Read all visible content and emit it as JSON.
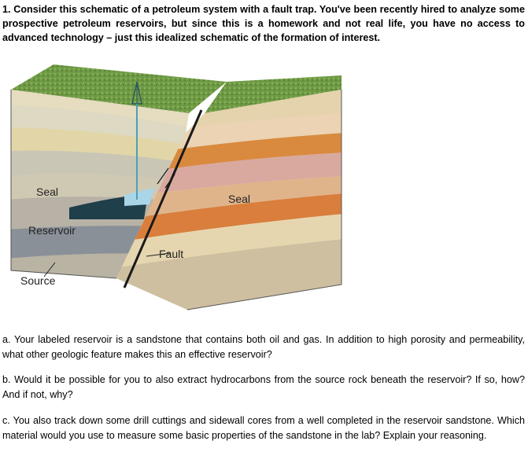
{
  "question": {
    "text": "1. Consider this schematic of a petroleum system with a fault trap. You've been recently hired to analyze some prospective petroleum reservoirs, but since this is a homework and not real life, you have no access to advanced technology – just this idealized schematic of the formation of interest."
  },
  "figure": {
    "labels": {
      "seal_left": "Seal",
      "reservoir": "Reservoir",
      "source": "Source",
      "seal_right": "Seal",
      "fault": "Fault"
    },
    "colors": {
      "grass": "#6f9a45",
      "seal": "#c9c6b6",
      "reservoir_oil": "#1f3f4a",
      "gas": "#a8d6e8",
      "source": "#8a9098",
      "fault_line": "#1a1a1a",
      "orange_layer": "#d98a3e",
      "pink_layer": "#d9a9a0"
    }
  },
  "parts": {
    "a": "a. Your labeled reservoir is a sandstone that contains both oil and gas. In addition to high porosity and permeability, what other geologic feature makes this an effective reservoir?",
    "b": "b. Would it be possible for you to also extract hydrocarbons from the source rock beneath the reservoir? If so, how? And if not, why?",
    "c": "c. You also track down some drill cuttings and sidewall cores from a well completed in the reservoir sandstone. Which material would you use to measure some basic properties of the sandstone in the lab? Explain your reasoning."
  }
}
